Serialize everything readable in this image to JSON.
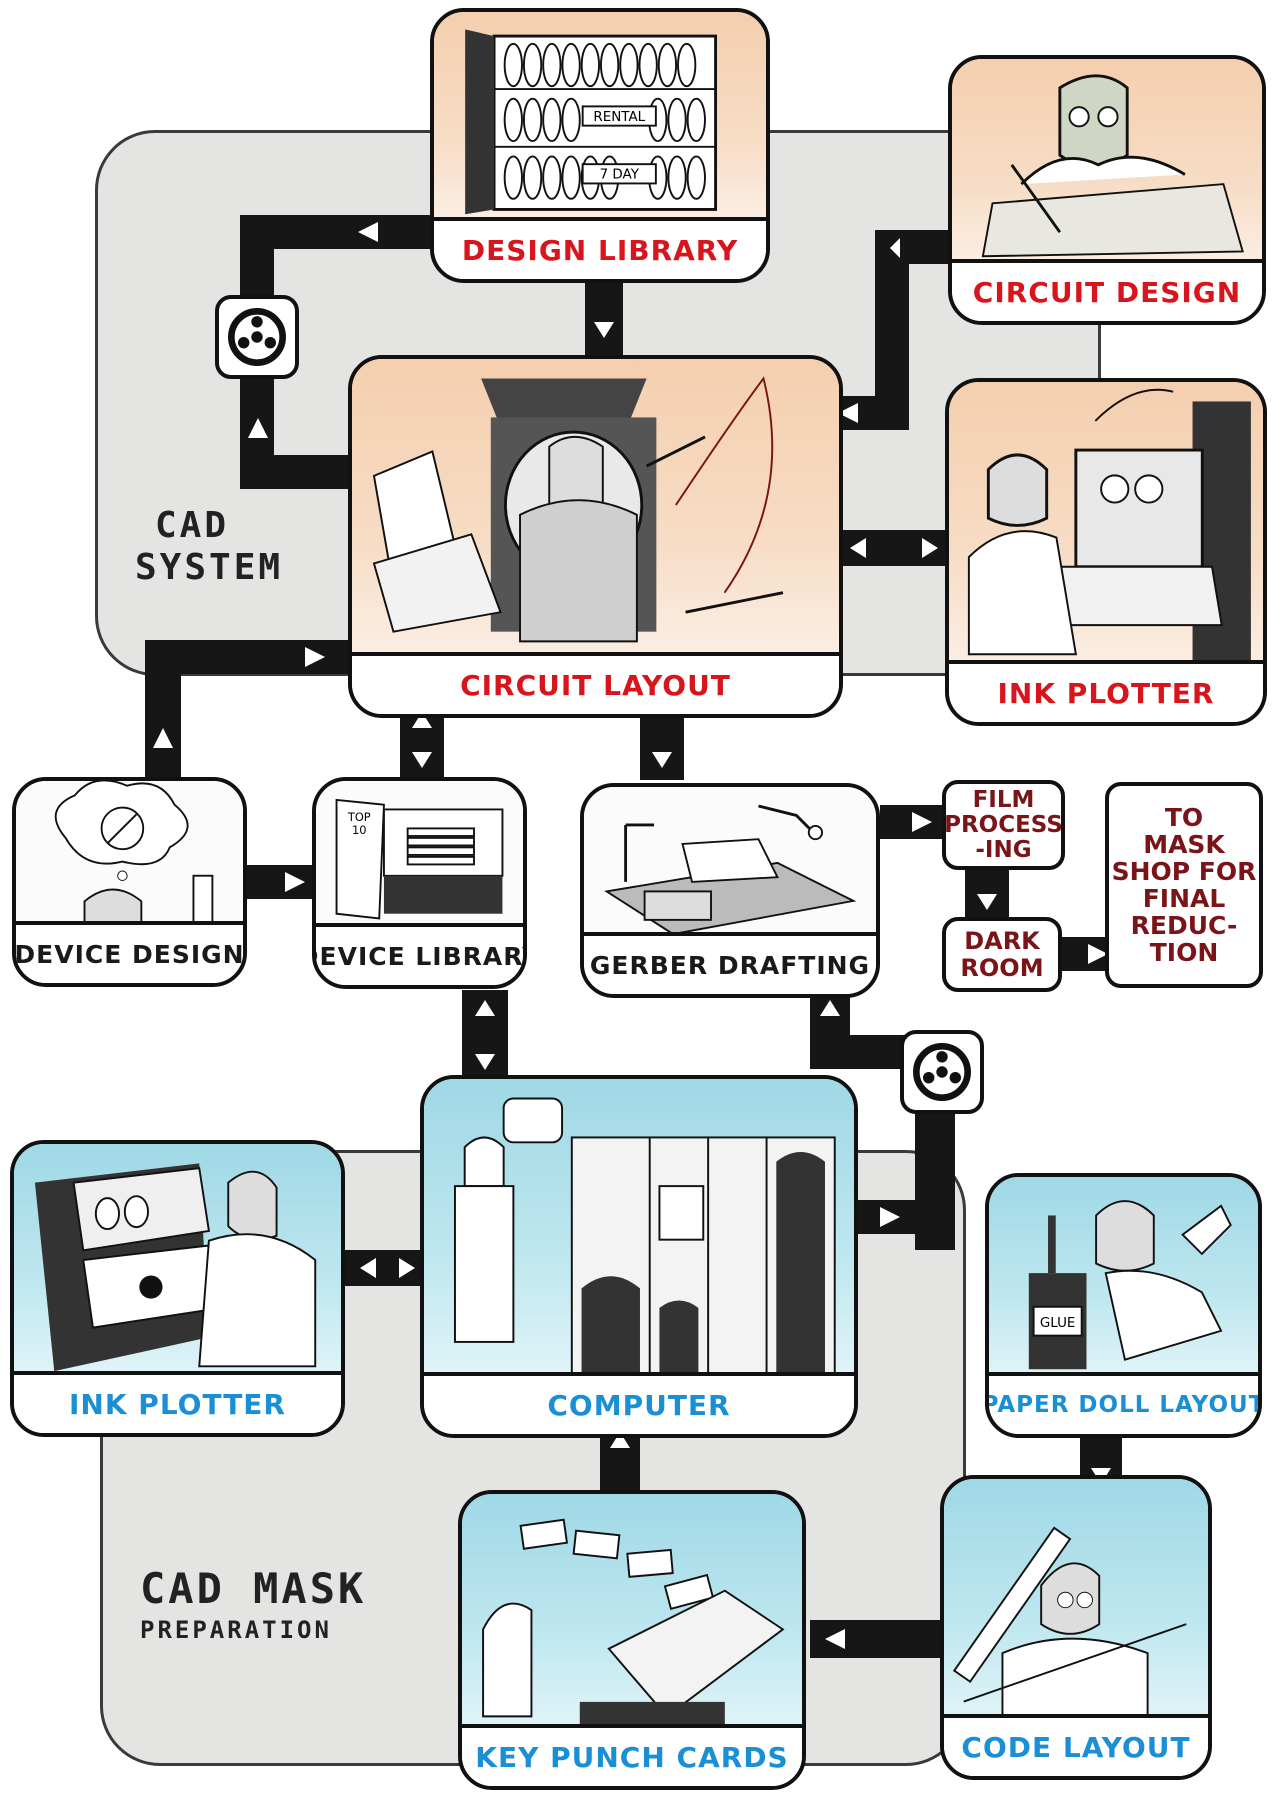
{
  "cad_system": {
    "label_line1": "CAD",
    "label_line2": "SYSTEM",
    "panels": {
      "design_library": {
        "caption": "DESIGN LIBRARY",
        "shelf_sign_1": "RENTAL",
        "shelf_sign_2": "7 DAY"
      },
      "circuit_design": {
        "caption": "CIRCUIT DESIGN"
      },
      "circuit_layout": {
        "caption": "CIRCUIT LAYOUT"
      },
      "ink_plotter": {
        "caption": "INK PLOTTER"
      },
      "device_design": {
        "caption": "DEVICE DESIGN"
      },
      "device_library": {
        "caption": "DEVICE LIBRARY",
        "chart_sign_line1": "TOP",
        "chart_sign_line2": "10"
      },
      "gerber_drafting": {
        "caption": "GERBER DRAFTING"
      }
    },
    "notes": {
      "film_processing": "FILM\nPROCESS\n-ING",
      "dark_room": "DARK\nROOM",
      "mask_shop": "TO\nMASK\nSHOP FOR\nFINAL\nREDUC-\nTION"
    }
  },
  "cad_mask_preparation": {
    "label_line1": "CAD MASK",
    "label_line2": "PREPARATION",
    "panels": {
      "ink_plotter": {
        "caption": "INK PLOTTER"
      },
      "computer": {
        "caption": "COMPUTER"
      },
      "paper_doll_layout": {
        "caption": "PAPER DOLL LAYOUT",
        "bottle_label": "GLUE"
      },
      "key_punch_cards": {
        "caption": "KEY PUNCH CARDS"
      },
      "code_layout": {
        "caption": "CODE LAYOUT"
      }
    }
  },
  "colors": {
    "cad_system_caption": "#d8141c",
    "cad_system_panel_bg": "#f4cfae",
    "mask_prep_caption": "#1a8fd6",
    "mask_prep_panel_bg": "#9fd8e6",
    "note_text": "#7a1418",
    "pipe": "#161616",
    "background_region": "#e4e4e2"
  },
  "icons": [
    "tape-reel-icon",
    "arrow-icon"
  ]
}
